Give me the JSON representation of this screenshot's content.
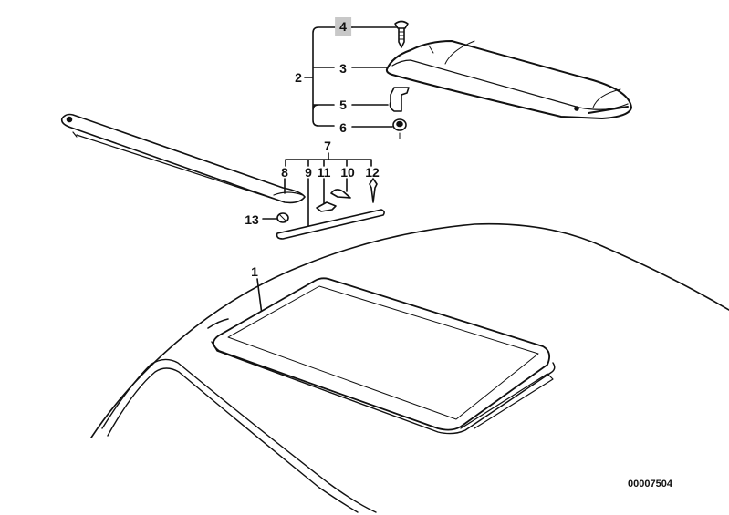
{
  "diagram": {
    "labels": {
      "l1": "1",
      "l2": "2",
      "l3": "3",
      "l4": "4",
      "l5": "5",
      "l6": "6",
      "l7": "7",
      "l8": "8",
      "l9": "9",
      "l10": "10",
      "l11": "11",
      "l12": "12",
      "l13": "13"
    },
    "highlighted_label": "4",
    "diagram_code": "00007504"
  }
}
